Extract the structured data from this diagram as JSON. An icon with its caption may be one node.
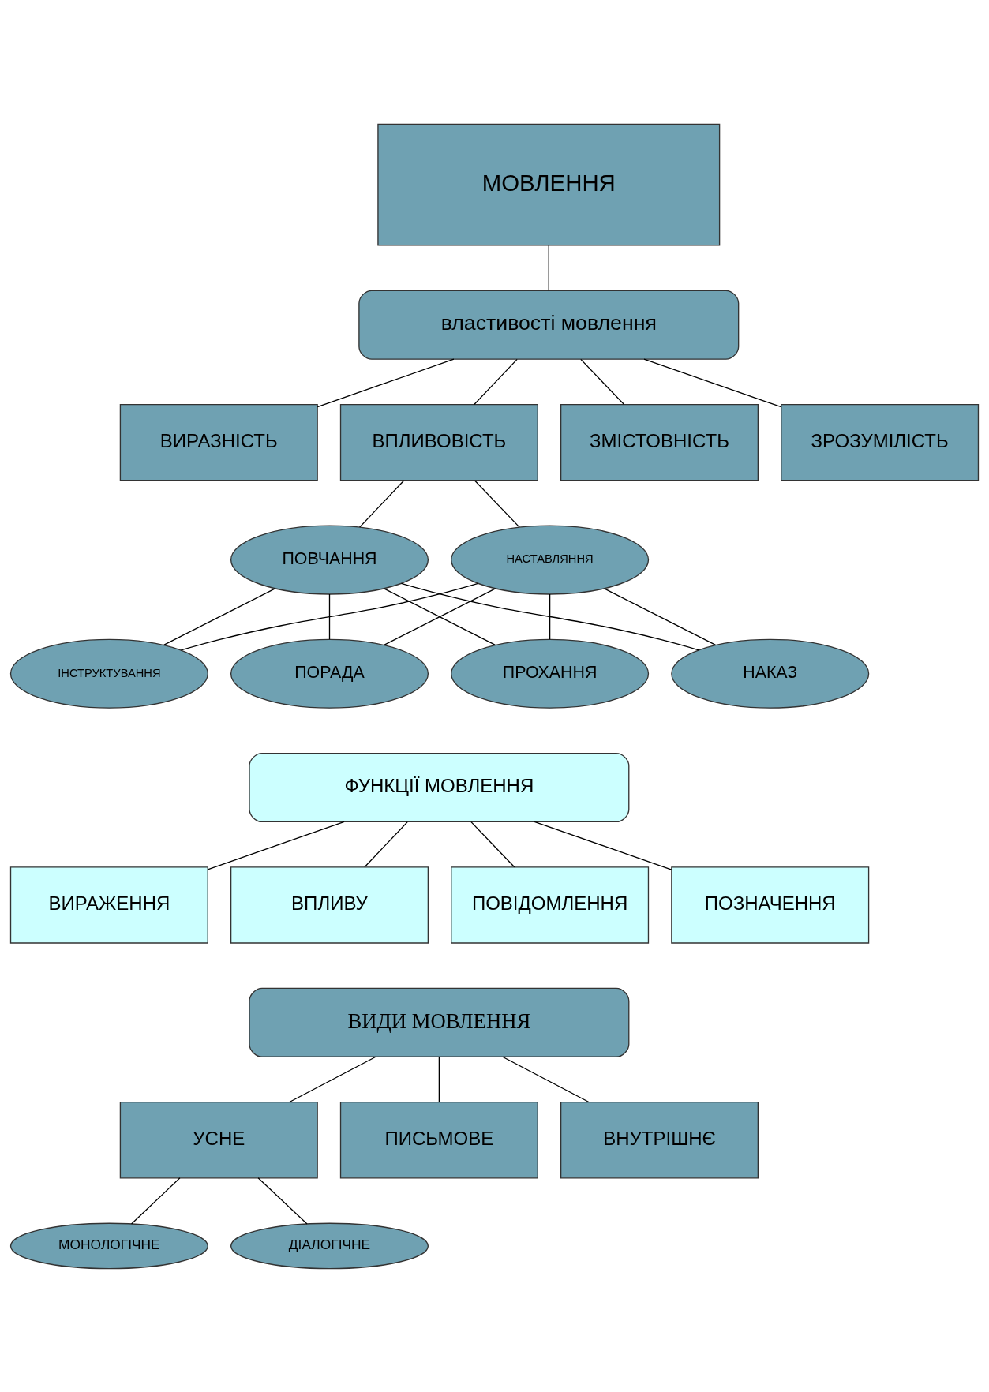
{
  "diagram": {
    "nodes": [
      {
        "text": [
          "МОВЛЕННЯ"
        ]
      },
      {
        "text": [
          "властивості мовлення"
        ]
      },
      {
        "text": [
          "ВИРАЗНІСТЬ"
        ]
      },
      {
        "text": [
          "ВПЛИВОВІСТЬ"
        ]
      },
      {
        "text": [
          "ЗМІСТОВНІСТЬ"
        ]
      },
      {
        "text": [
          "ЗРОЗУМІЛІСТЬ"
        ]
      },
      {
        "text": [
          "ПОВЧАННЯ"
        ]
      },
      {
        "text": [
          "НАСТАВЛЯННЯ"
        ]
      },
      {
        "text": [
          "ПРОХАННЯ"
        ]
      },
      {
        "text": [
          "НАКАЗ"
        ]
      },
      {
        "text": [
          "ІНСТРУКТУВАННЯ"
        ]
      },
      {
        "text": [
          "ПОРАДА"
        ]
      },
      {
        "text": [
          "ФУНКЦІЇ МОВЛЕННЯ"
        ]
      },
      {
        "text": [
          "ВИРАЖЕННЯ"
        ]
      },
      {
        "text": [
          "ВПЛИВУ"
        ]
      },
      {
        "text": [
          "ПОВІДОМЛЕННЯ"
        ]
      },
      {
        "text": [
          "ПОЗНАЧЕННЯ"
        ]
      },
      {
        "text": [
          "ВИДИ МОВЛЕННЯ"
        ]
      },
      {
        "text": [
          "УСНЕ"
        ]
      },
      {
        "text": [
          "ПИСЬМОВЕ"
        ]
      },
      {
        "text": [
          "ВНУТРІШНЄ"
        ]
      },
      {
        "text": [
          "МОНОЛОГІЧНЕ"
        ]
      },
      {
        "text": [
          "ДІАЛОГІЧНЕ"
        ]
      }
    ],
    "edges": [
      {
        "from": 0,
        "to": 1,
        "arrow": "none"
      },
      {
        "from": 1,
        "to": 2,
        "arrow": "none"
      },
      {
        "from": 1,
        "to": 3,
        "arrow": "none"
      },
      {
        "from": 1,
        "to": 4,
        "arrow": "none"
      },
      {
        "from": 1,
        "to": 5,
        "arrow": "none"
      },
      {
        "from": 3,
        "to": 6,
        "arrow": "none"
      },
      {
        "from": 3,
        "to": 7,
        "arrow": "none"
      },
      {
        "from": 6,
        "to": 8,
        "arrow": "none"
      },
      {
        "from": 6,
        "to": 9,
        "arrow": "none"
      },
      {
        "from": 6,
        "to": 10,
        "arrow": "none"
      },
      {
        "from": 6,
        "to": 11,
        "arrow": "none"
      },
      {
        "from": 7,
        "to": 8,
        "arrow": "none"
      },
      {
        "from": 7,
        "to": 9,
        "arrow": "none"
      },
      {
        "from": 7,
        "to": 10,
        "arrow": "none"
      },
      {
        "from": 7,
        "to": 11,
        "arrow": "none"
      },
      {
        "from": 12,
        "to": 13,
        "arrow": "none"
      },
      {
        "from": 12,
        "to": 14,
        "arrow": "none"
      },
      {
        "from": 12,
        "to": 15,
        "arrow": "none"
      },
      {
        "from": 12,
        "to": 16,
        "arrow": "none"
      },
      {
        "from": 17,
        "to": 18,
        "arrow": "none"
      },
      {
        "from": 17,
        "to": 19,
        "arrow": "none"
      },
      {
        "from": 17,
        "to": 20,
        "arrow": "none"
      },
      {
        "from": 18,
        "to": 21,
        "arrow": "none"
      },
      {
        "from": 18,
        "to": 22,
        "arrow": "none"
      }
    ]
  }
}
